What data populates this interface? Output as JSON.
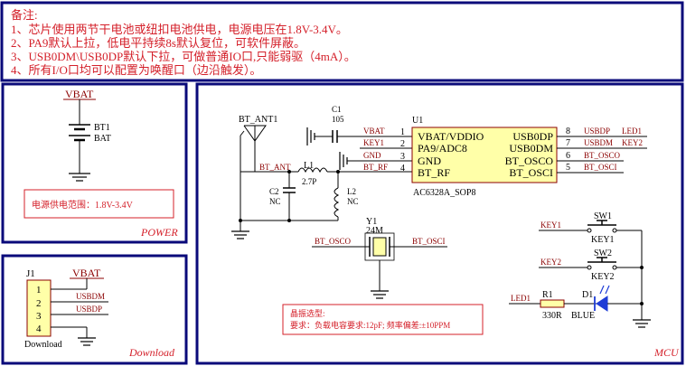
{
  "colors": {
    "frame": "#0a0a7a",
    "note_text": "#d4202a",
    "wire": "#000000",
    "label": "#8b0000",
    "led": "#1e3cd6"
  },
  "notes": {
    "title": "备注:",
    "lines": [
      "1、芯片使用两节干电池或纽扣电池供电，电源电压在1.8V-3.4V。",
      "2、PA9默认上拉，低电平持续8s默认复位，可软件屏蔽。",
      "3、USB0DM\\USB0DP默认下拉，可做普通IO口,只能弱驱（4mA）。",
      "4、所有I/O口均可以配置为唤醒口（边沿触发）。"
    ]
  },
  "power": {
    "vbat_label": "VBAT",
    "bt_ref": "BT1",
    "bt_value": "BAT",
    "range_note": "电源供电范围：1.8V-3.4V",
    "section_title": "POWER"
  },
  "download": {
    "vbat_label": "VBAT",
    "conn_ref": "J1",
    "pins": [
      "1",
      "2",
      "3",
      "4"
    ],
    "net_usbdm": "USBDM",
    "net_usbdp": "USBDP",
    "conn_label": "Download",
    "section_title": "Download"
  },
  "mcu": {
    "antenna_ref": "BT_ANT1",
    "net_bt_ant": "BT_ANT",
    "cap_c1_ref": "C1",
    "cap_c1_value": "105",
    "ind_l1_ref": "L1",
    "ind_l1_value": "2.7P",
    "cap_c2_ref": "C2",
    "cap_c2_value": "NC",
    "ind_l2_ref": "L2",
    "ind_l2_value": "NC",
    "ic_ref": "U1",
    "ic_part": "AC6328A_SOP8",
    "left_pins": [
      {
        "num": "1",
        "net": "VBAT",
        "name": "VBAT/VDDIO"
      },
      {
        "num": "2",
        "net": "KEY1",
        "name": "PA9/ADC8"
      },
      {
        "num": "3",
        "net": "GND",
        "name": "GND"
      },
      {
        "num": "4",
        "net": "BT_RF",
        "name": "BT_RF"
      }
    ],
    "right_pins": [
      {
        "num": "8",
        "name": "USB0DP",
        "net": "USBDP",
        "extra": "LED1"
      },
      {
        "num": "7",
        "name": "USB0DM",
        "net": "USBDM",
        "extra": "KEY2"
      },
      {
        "num": "6",
        "name": "BT_OSCO",
        "net": "BT_OSCO",
        "extra": ""
      },
      {
        "num": "5",
        "name": "BT_OSCI",
        "net": "BT_OSCI",
        "extra": ""
      }
    ],
    "crystal_ref": "Y1",
    "crystal_value": "24M",
    "crystal_net_left": "BT_OSCO",
    "crystal_net_right": "BT_OSCI",
    "crystal_note_title": "晶振选型:",
    "crystal_note_body": "要求：负载电容要求:12pF; 频率偏差:±10PPM",
    "sw1_ref": "SW1",
    "sw1_value": "KEY1",
    "sw1_net": "KEY1",
    "sw2_ref": "SW2",
    "sw2_value": "KEY2",
    "sw2_net": "KEY2",
    "r1_ref": "R1",
    "r1_value": "330R",
    "d1_ref": "D1",
    "d1_value": "BLUE",
    "led_net": "LED1",
    "section_title": "MCU"
  }
}
